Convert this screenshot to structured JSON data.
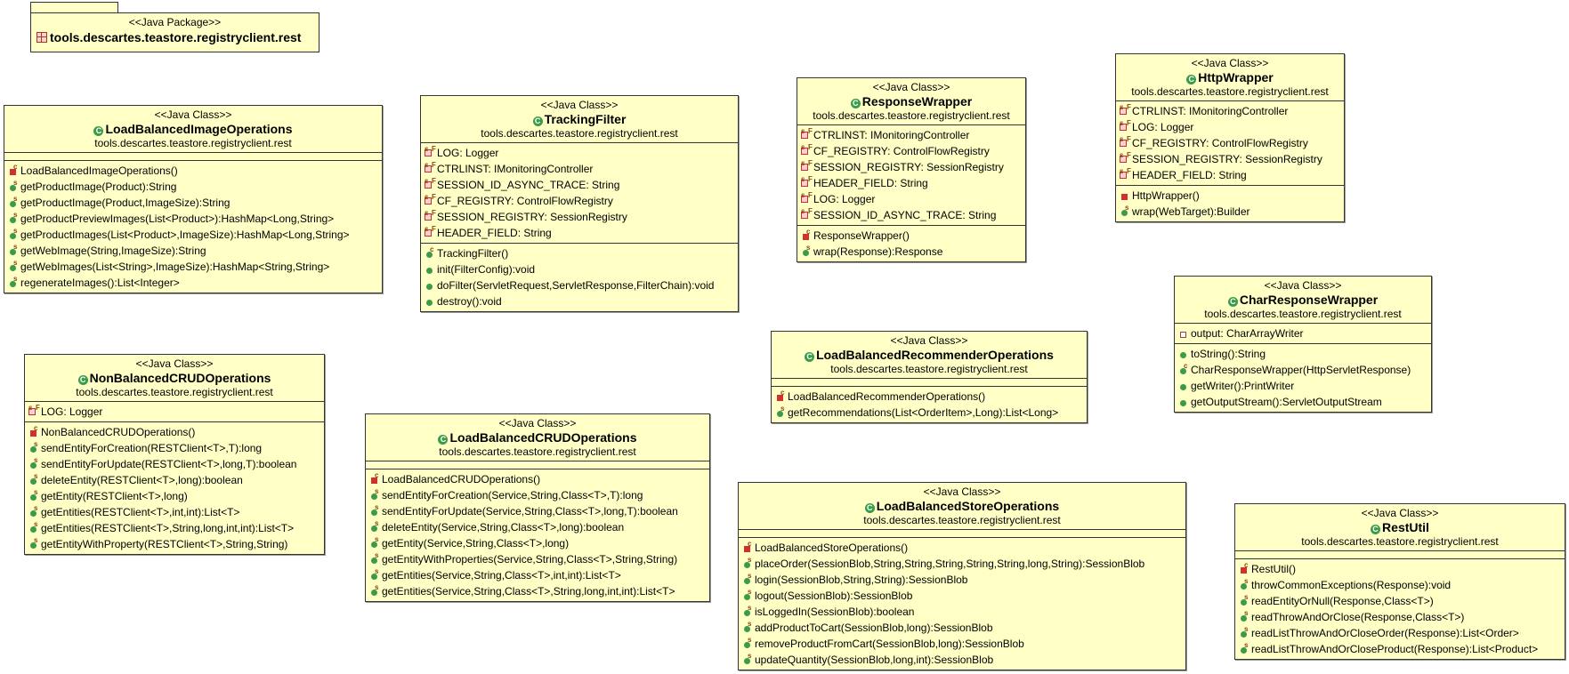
{
  "package": {
    "stereotype": "<<Java Package>>",
    "name": "tools.descartes.teastore.registryclient.rest"
  },
  "classes": [
    {
      "id": "lbio",
      "stereotype": "<<Java Class>>",
      "name": "LoadBalancedImageOperations",
      "package": "tools.descartes.teastore.registryclient.rest",
      "fields": [],
      "methods": [
        {
          "kind": "ctor",
          "text": "LoadBalancedImageOperations()"
        },
        {
          "kind": "static",
          "text": "getProductImage(Product):String"
        },
        {
          "kind": "static",
          "text": "getProductImage(Product,ImageSize):String"
        },
        {
          "kind": "static",
          "text": "getProductPreviewImages(List<Product>):HashMap<Long,String>"
        },
        {
          "kind": "static",
          "text": "getProductImages(List<Product>,ImageSize):HashMap<Long,String>"
        },
        {
          "kind": "static",
          "text": "getWebImage(String,ImageSize):String"
        },
        {
          "kind": "static",
          "text": "getWebImages(List<String>,ImageSize):HashMap<String,String>"
        },
        {
          "kind": "static",
          "text": "regenerateImages():List<Integer>"
        }
      ]
    },
    {
      "id": "tf",
      "stereotype": "<<Java Class>>",
      "name": "TrackingFilter",
      "package": "tools.descartes.teastore.registryclient.rest",
      "fields": [
        {
          "kind": "sf",
          "text": "LOG: Logger"
        },
        {
          "kind": "sf",
          "text": "CTRLINST: IMonitoringController"
        },
        {
          "kind": "sf",
          "text": "SESSION_ID_ASYNC_TRACE: String"
        },
        {
          "kind": "sf",
          "text": "CF_REGISTRY: ControlFlowRegistry"
        },
        {
          "kind": "sf",
          "text": "SESSION_REGISTRY: SessionRegistry"
        },
        {
          "kind": "sf",
          "text": "HEADER_FIELD: String"
        }
      ],
      "methods": [
        {
          "kind": "pubctor",
          "text": "TrackingFilter()"
        },
        {
          "kind": "pub",
          "text": "init(FilterConfig):void"
        },
        {
          "kind": "pub",
          "text": "doFilter(ServletRequest,ServletResponse,FilterChain):void"
        },
        {
          "kind": "pub",
          "text": "destroy():void"
        }
      ]
    },
    {
      "id": "rw",
      "stereotype": "<<Java Class>>",
      "name": "ResponseWrapper",
      "package": "tools.descartes.teastore.registryclient.rest",
      "fields": [
        {
          "kind": "sf",
          "text": "CTRLINST: IMonitoringController"
        },
        {
          "kind": "sf",
          "text": "CF_REGISTRY: ControlFlowRegistry"
        },
        {
          "kind": "sf",
          "text": "SESSION_REGISTRY: SessionRegistry"
        },
        {
          "kind": "sf",
          "text": "HEADER_FIELD: String"
        },
        {
          "kind": "sf",
          "text": "LOG: Logger"
        },
        {
          "kind": "sf",
          "text": "SESSION_ID_ASYNC_TRACE: String"
        }
      ],
      "methods": [
        {
          "kind": "ctor",
          "text": "ResponseWrapper()"
        },
        {
          "kind": "static",
          "text": "wrap(Response):Response"
        }
      ]
    },
    {
      "id": "hw",
      "stereotype": "<<Java Class>>",
      "name": "HttpWrapper",
      "package": "tools.descartes.teastore.registryclient.rest",
      "fields": [
        {
          "kind": "sf",
          "text": "CTRLINST: IMonitoringController"
        },
        {
          "kind": "sf",
          "text": "LOG: Logger"
        },
        {
          "kind": "sf",
          "text": "CF_REGISTRY: ControlFlowRegistry"
        },
        {
          "kind": "sf",
          "text": "SESSION_REGISTRY: SessionRegistry"
        },
        {
          "kind": "sf",
          "text": "HEADER_FIELD: String"
        }
      ],
      "methods": [
        {
          "kind": "privctor",
          "text": "HttpWrapper()"
        },
        {
          "kind": "static",
          "text": "wrap(WebTarget):Builder"
        }
      ]
    },
    {
      "id": "crw",
      "stereotype": "<<Java Class>>",
      "name": "CharResponseWrapper",
      "package": "tools.descartes.teastore.registryclient.rest",
      "fields": [
        {
          "kind": "priv",
          "text": "output: CharArrayWriter"
        }
      ],
      "methods": [
        {
          "kind": "pub",
          "text": "toString():String"
        },
        {
          "kind": "pubctor",
          "text": "CharResponseWrapper(HttpServletResponse)"
        },
        {
          "kind": "pub",
          "text": "getWriter():PrintWriter"
        },
        {
          "kind": "pub",
          "text": "getOutputStream():ServletOutputStream"
        }
      ]
    },
    {
      "id": "nbco",
      "stereotype": "<<Java Class>>",
      "name": "NonBalancedCRUDOperations",
      "package": "tools.descartes.teastore.registryclient.rest",
      "fields": [
        {
          "kind": "sf",
          "text": "LOG: Logger"
        }
      ],
      "methods": [
        {
          "kind": "ctor",
          "text": "NonBalancedCRUDOperations()"
        },
        {
          "kind": "static",
          "text": "sendEntityForCreation(RESTClient<T>,T):long"
        },
        {
          "kind": "static",
          "text": "sendEntityForUpdate(RESTClient<T>,long,T):boolean"
        },
        {
          "kind": "static",
          "text": "deleteEntity(RESTClient<T>,long):boolean"
        },
        {
          "kind": "static",
          "text": "getEntity(RESTClient<T>,long)"
        },
        {
          "kind": "static",
          "text": "getEntities(RESTClient<T>,int,int):List<T>"
        },
        {
          "kind": "static",
          "text": "getEntities(RESTClient<T>,String,long,int,int):List<T>"
        },
        {
          "kind": "static",
          "text": "getEntityWithProperty(RESTClient<T>,String,String)"
        }
      ]
    },
    {
      "id": "lbco",
      "stereotype": "<<Java Class>>",
      "name": "LoadBalancedCRUDOperations",
      "package": "tools.descartes.teastore.registryclient.rest",
      "fields": [],
      "methods": [
        {
          "kind": "ctor",
          "text": "LoadBalancedCRUDOperations()"
        },
        {
          "kind": "static",
          "text": "sendEntityForCreation(Service,String,Class<T>,T):long"
        },
        {
          "kind": "static",
          "text": "sendEntityForUpdate(Service,String,Class<T>,long,T):boolean"
        },
        {
          "kind": "static",
          "text": "deleteEntity(Service,String,Class<T>,long):boolean"
        },
        {
          "kind": "static",
          "text": "getEntity(Service,String,Class<T>,long)"
        },
        {
          "kind": "static",
          "text": "getEntityWithProperties(Service,String,Class<T>,String,String)"
        },
        {
          "kind": "static",
          "text": "getEntities(Service,String,Class<T>,int,int):List<T>"
        },
        {
          "kind": "static",
          "text": "getEntities(Service,String,Class<T>,String,long,int,int):List<T>"
        }
      ]
    },
    {
      "id": "lbro",
      "stereotype": "<<Java Class>>",
      "name": "LoadBalancedRecommenderOperations",
      "package": "tools.descartes.teastore.registryclient.rest",
      "fields": [],
      "methods": [
        {
          "kind": "ctor",
          "text": "LoadBalancedRecommenderOperations()"
        },
        {
          "kind": "static",
          "text": "getRecommendations(List<OrderItem>,Long):List<Long>"
        }
      ]
    },
    {
      "id": "lbso",
      "stereotype": "<<Java Class>>",
      "name": "LoadBalancedStoreOperations",
      "package": "tools.descartes.teastore.registryclient.rest",
      "fields": [],
      "methods": [
        {
          "kind": "ctor",
          "text": "LoadBalancedStoreOperations()"
        },
        {
          "kind": "static",
          "text": "placeOrder(SessionBlob,String,String,String,String,String,long,String):SessionBlob"
        },
        {
          "kind": "static",
          "text": "login(SessionBlob,String,String):SessionBlob"
        },
        {
          "kind": "static",
          "text": "logout(SessionBlob):SessionBlob"
        },
        {
          "kind": "static",
          "text": "isLoggedIn(SessionBlob):boolean"
        },
        {
          "kind": "static",
          "text": "addProductToCart(SessionBlob,long):SessionBlob"
        },
        {
          "kind": "static",
          "text": "removeProductFromCart(SessionBlob,long):SessionBlob"
        },
        {
          "kind": "static",
          "text": "updateQuantity(SessionBlob,long,int):SessionBlob"
        }
      ]
    },
    {
      "id": "ru",
      "stereotype": "<<Java Class>>",
      "name": "RestUtil",
      "package": "tools.descartes.teastore.registryclient.rest",
      "fields": [],
      "methods": [
        {
          "kind": "ctor",
          "text": "RestUtil()"
        },
        {
          "kind": "static",
          "text": "throwCommonExceptions(Response):void"
        },
        {
          "kind": "static",
          "text": "readEntityOrNull(Response,Class<T>)"
        },
        {
          "kind": "static",
          "text": "readThrowAndOrClose(Response,Class<T>)"
        },
        {
          "kind": "static",
          "text": "readListThrowAndOrCloseOrder(Response):List<Order>"
        },
        {
          "kind": "static",
          "text": "readListThrowAndOrCloseProduct(Response):List<Product>"
        }
      ]
    }
  ]
}
